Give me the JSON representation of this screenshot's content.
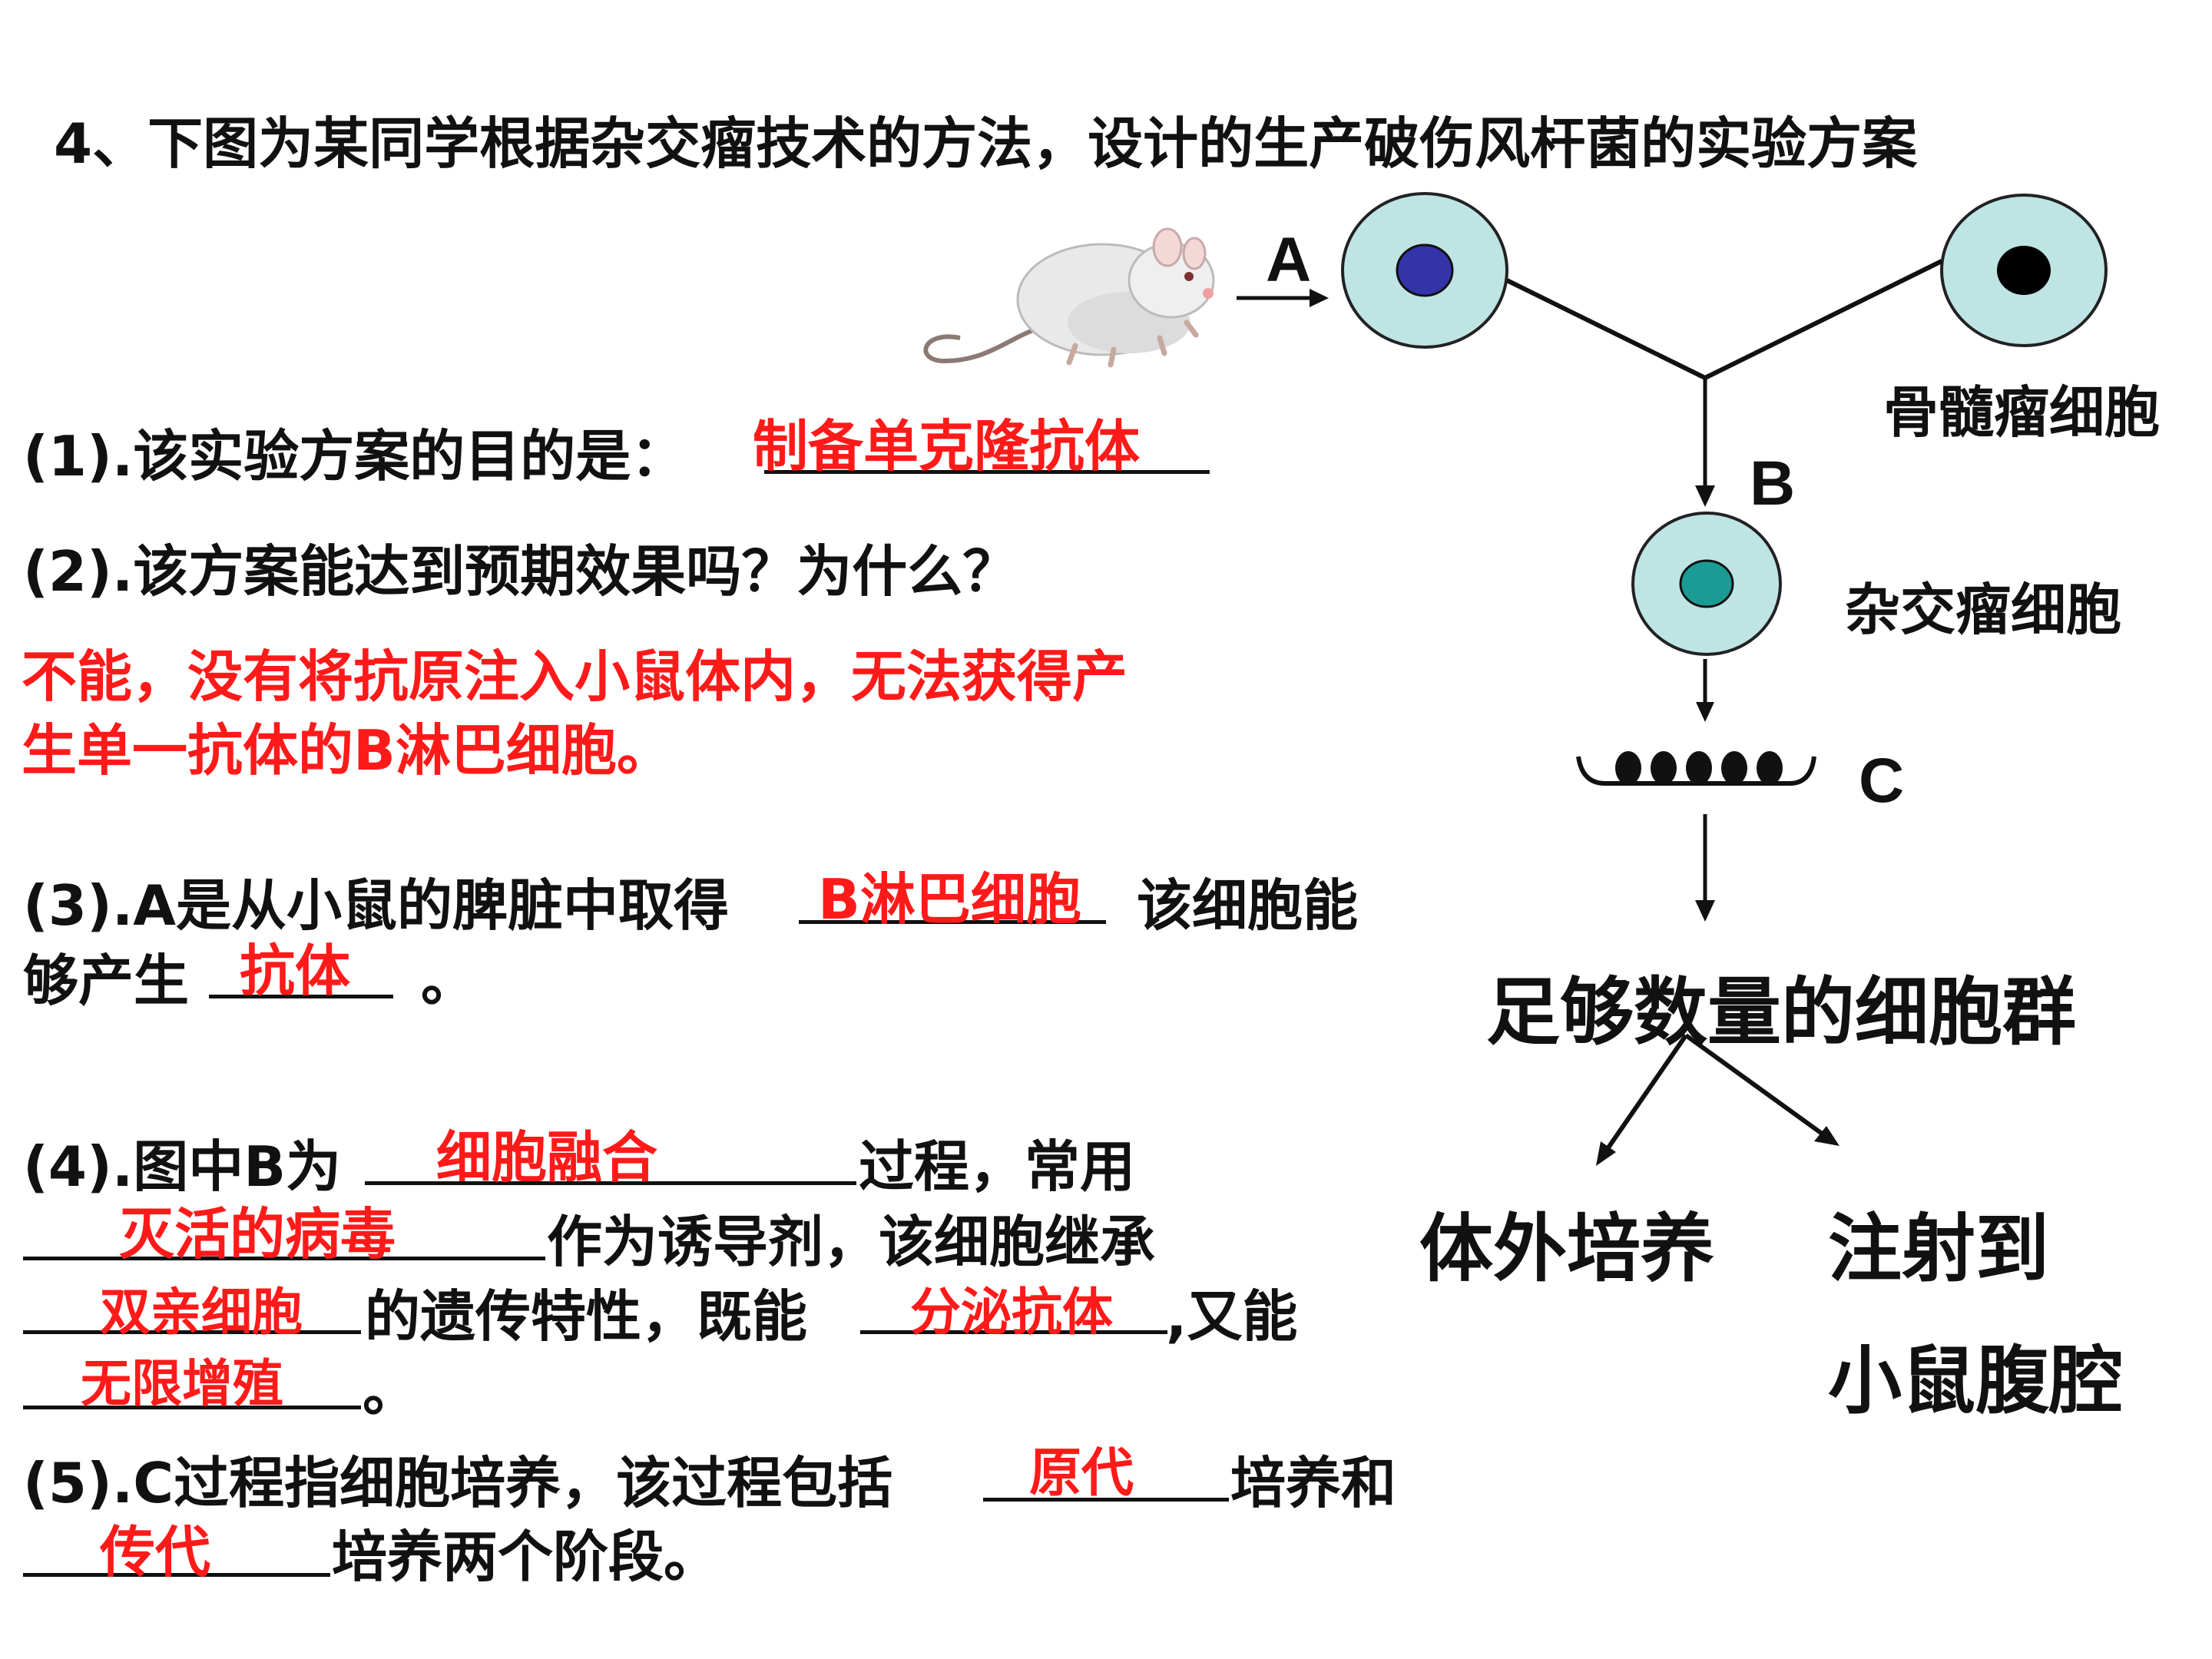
{
  "title": "4、下图为某同学根据杂交瘤技术的方法，设计的生产破伤风杆菌的实验方案",
  "q1": {
    "prefix": "(1).该实验方案的目的是：",
    "answer": "制备单克隆抗体"
  },
  "q2": {
    "question": "(2).该方案能达到预期效果吗？为什么？",
    "answer_line1": "不能，没有将抗原注入小鼠体内，无法获得产",
    "answer_line2": "生单一抗体的B淋巴细胞。"
  },
  "q3": {
    "part1": "(3).A是从小鼠的脾脏中取得",
    "answer1": "B淋巴细胞",
    "part2": "该细胞能",
    "part3": "够产生",
    "answer2": "抗体",
    "part4": "。"
  },
  "q4": {
    "part1": "(4).图中B为",
    "answer1": "细胞融合",
    "part2": "过程，常用",
    "answer2": "灭活的病毒",
    "part3": "作为诱导剂，该细胞继承",
    "answer3": "双亲细胞",
    "part4": "的遗传特性，既能",
    "answer4": "分泌抗体",
    "part5": ",又能",
    "answer5": "无限增殖",
    "part6": "。"
  },
  "q5": {
    "part1": "(5).C过程指细胞培养，该过程包括",
    "answer1": "原代",
    "part2": "培养和",
    "answer2": "传代",
    "part3": "培养两个阶段。"
  },
  "diagram": {
    "label_a": "A",
    "label_b": "B",
    "label_c": "C",
    "myeloma_label": "骨髓瘤细胞",
    "hybridoma_label": "杂交瘤细胞",
    "cell_group": "足够数量的细胞群",
    "in_vitro": "体外培养",
    "inject_line1": "注射到",
    "inject_line2": "小鼠腹腔",
    "mouse_icon": "mouse-icon",
    "colors": {
      "cell_fill": "#bfe4e4",
      "nucleus_a": "#3333aa",
      "nucleus_b": "#000000",
      "nucleus_hybrid": "#1a9c94",
      "answer": "#ff1a1a"
    }
  }
}
